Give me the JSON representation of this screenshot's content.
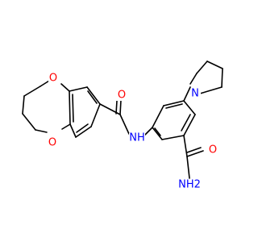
{
  "structure": {
    "atoms": {
      "o_ring_top": "O",
      "o_ring_bottom": "O",
      "o_amide_left": "O",
      "nh_amide": "NH",
      "n_pyrrolidine": "N",
      "o_amide_right": "O",
      "nh2_amide": "NH2"
    }
  },
  "colors": {
    "bond": "#000000",
    "oxygen": "#ff0000",
    "nitrogen": "#0000ff"
  }
}
